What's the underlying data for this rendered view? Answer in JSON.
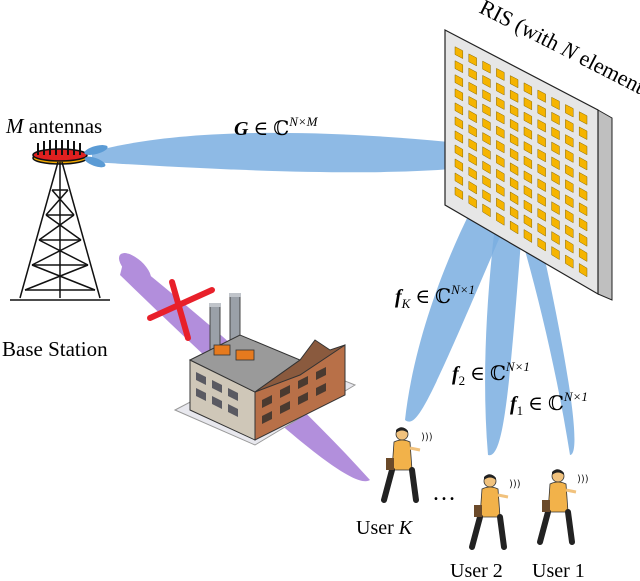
{
  "labels": {
    "ris_title_a": "RIS (with ",
    "ris_title_n": "N",
    "ris_title_b": " elements)",
    "antennas_m": "M",
    "antennas_text": " antennas",
    "base_station": "Base Station",
    "user_k_prefix": "User ",
    "user_k_var": "K",
    "user_2": "User 2",
    "user_1": "User 1",
    "dots": "…"
  },
  "channels": {
    "g_var": "G",
    "g_in": " ∈ ℂ",
    "g_sup": "N×M",
    "fk_var": "f",
    "fk_sub": "K",
    "fk_in": " ∈ ℂ",
    "fk_sup": "N×1",
    "f2_var": "f",
    "f2_sub": "2",
    "f2_in": " ∈ ℂ",
    "f2_sup": "N×1",
    "f1_var": "f",
    "f1_sub": "1",
    "f1_in": " ∈ ℂ",
    "f1_sup": "N×1"
  },
  "colors": {
    "beam_blue": "#5b9bd5",
    "beam_purple": "#9b6fd0",
    "ris_gold": "#f5b400",
    "ris_frame": "#dcdcdc",
    "block_red": "#e8202a",
    "factory_brick": "#c97a4a"
  },
  "icons": [
    "tower-icon",
    "ris-panel-icon",
    "factory-icon",
    "user-icon",
    "blocked-x-icon"
  ]
}
